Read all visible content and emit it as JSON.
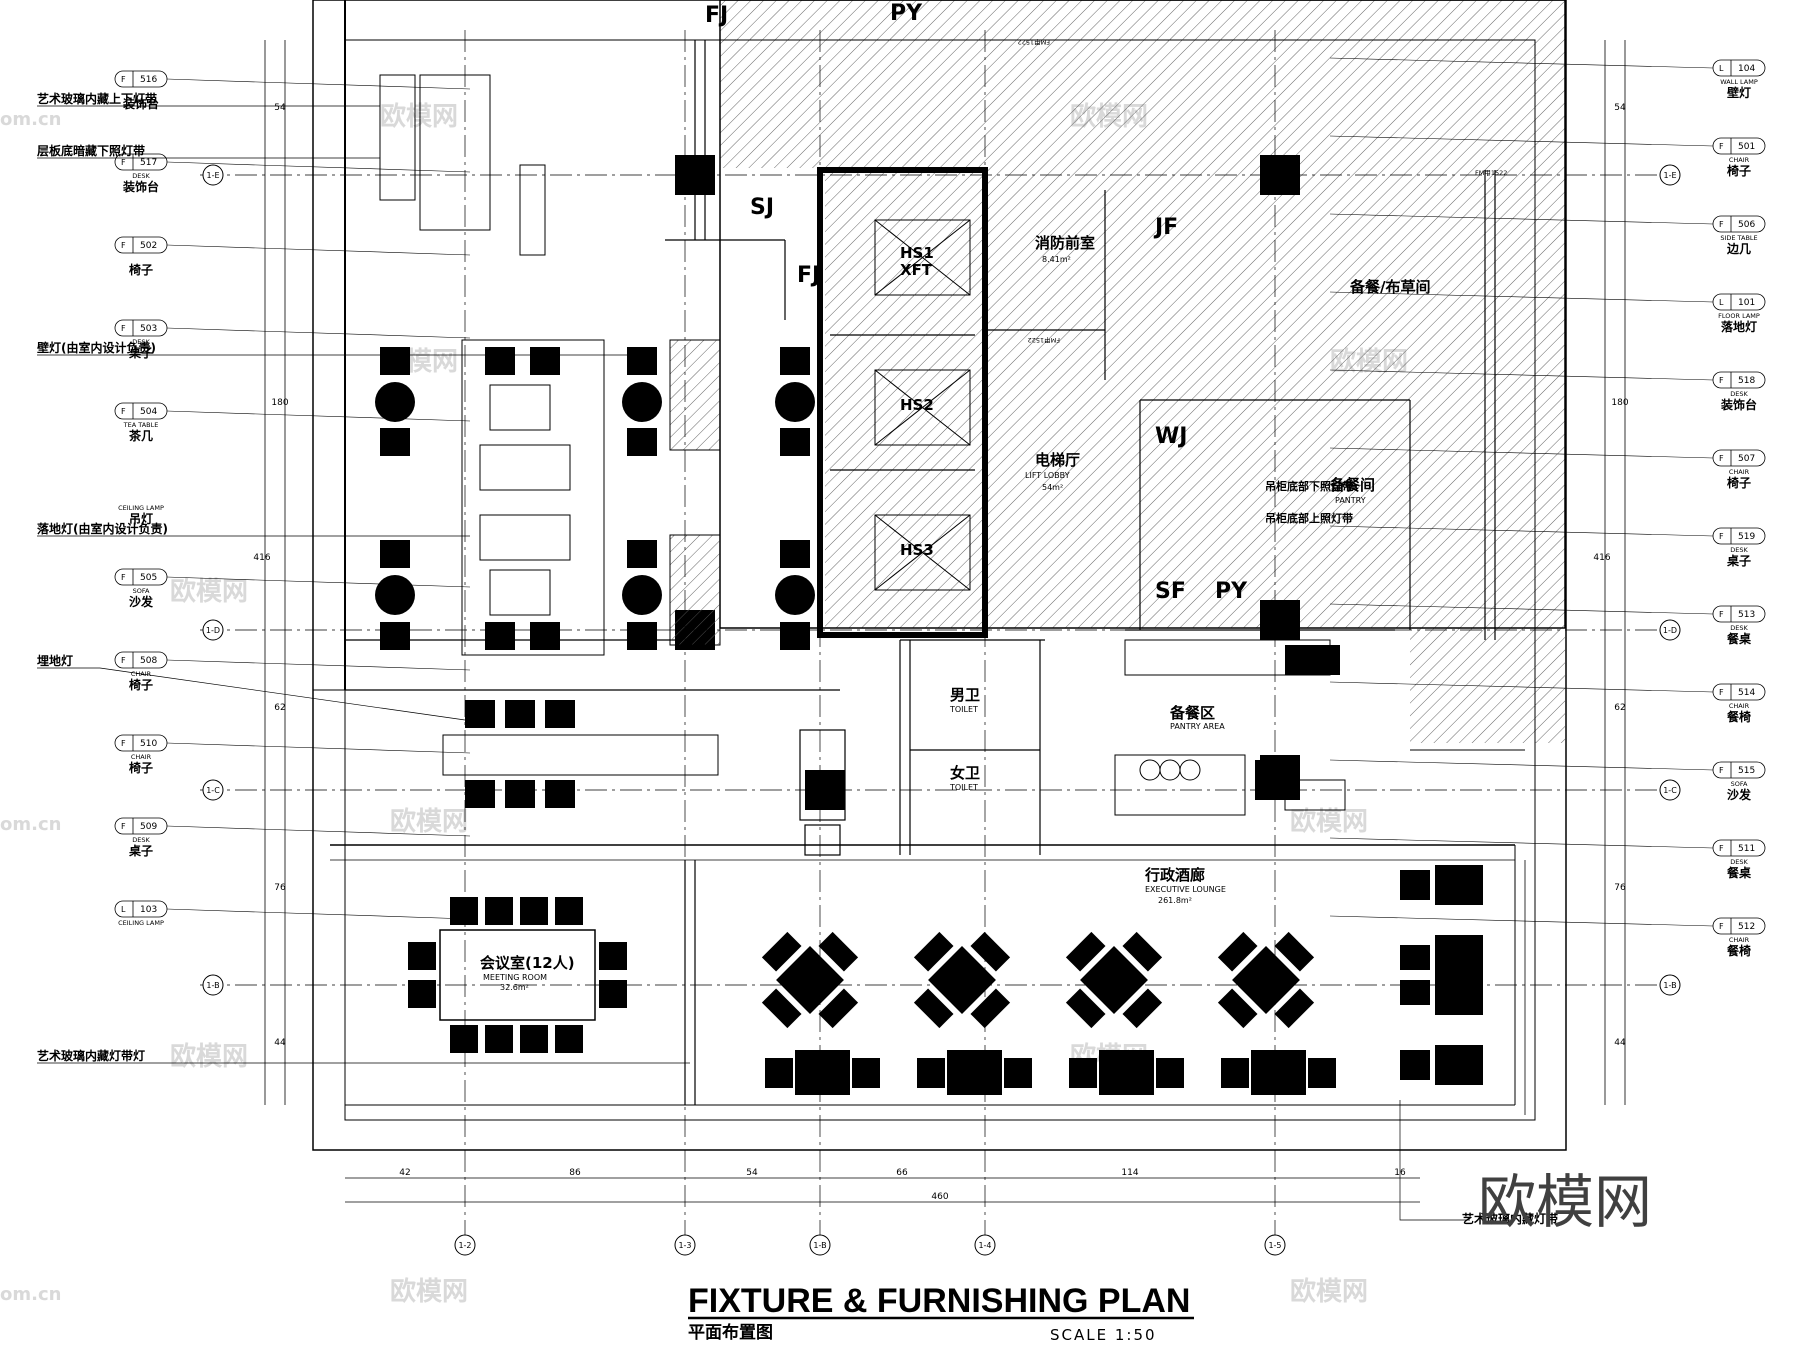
{
  "drawing": {
    "title": "FIXTURE & FURNISHING PLAN",
    "subtitle": "平面布置图",
    "scale": "SCALE 1:50",
    "watermark_logo": "欧模网",
    "watermark_tile": "欧模网",
    "watermark_url": "om.cn"
  },
  "rooms": {
    "hs1": "HS1",
    "xft": "XFT",
    "hs2": "HS2",
    "hs3": "HS3",
    "fire_lobby": "消防前室",
    "fire_lobby_area": "8.41m²",
    "lift_lobby": "电梯厅",
    "lift_lobby_en": "LIFT LOBBY",
    "lift_lobby_area": "54m²",
    "prep_room": "备餐/布草间",
    "pantry_room": "备餐间",
    "pantry_room_en": "PANTRY",
    "pantry_area": "备餐区",
    "pantry_area_en": "PANTRY AREA",
    "toilet_m": "男卫",
    "toilet_m_en": "TOILET",
    "toilet_f": "女卫",
    "toilet_f_en": "TOILET",
    "lounge": "行政酒廊",
    "lounge_en": "EXECUTIVE LOUNGE",
    "lounge_area": "261.8m²",
    "meeting": "会议室(12人)",
    "meeting_en": "MEETING ROOM",
    "meeting_area": "32.6m²",
    "fj_top": "FJ",
    "fj_left": "FJ",
    "py_top": "PY",
    "py_bottom": "PY",
    "sj": "SJ",
    "jf": "JF",
    "wj": "WJ",
    "sf": "SF",
    "door_fm1": "FM甲1522",
    "door_fm2": "FM甲1522",
    "door_fm3": "FM甲1522"
  },
  "left_tags": [
    {
      "code": "F",
      "num": "516",
      "en": "",
      "cn": "装饰台"
    },
    {
      "code": "F",
      "num": "517",
      "en": "DESK",
      "cn": "装饰台"
    },
    {
      "code": "F",
      "num": "502",
      "en": "",
      "cn": "椅子"
    },
    {
      "code": "F",
      "num": "503",
      "en": "DESK",
      "cn": "桌子"
    },
    {
      "code": "F",
      "num": "504",
      "en": "TEA TABLE",
      "cn": "茶几"
    },
    {
      "code": "",
      "num": "",
      "en": "CEILING LAMP",
      "cn": "吊灯"
    },
    {
      "code": "F",
      "num": "505",
      "en": "SOFA",
      "cn": "沙发"
    },
    {
      "code": "F",
      "num": "508",
      "en": "CHAIR",
      "cn": "椅子"
    },
    {
      "code": "F",
      "num": "510",
      "en": "CHAIR",
      "cn": "椅子"
    },
    {
      "code": "F",
      "num": "509",
      "en": "DESK",
      "cn": "桌子"
    },
    {
      "code": "L",
      "num": "103",
      "en": "CEILING LAMP",
      "cn": ""
    }
  ],
  "left_notes": [
    "艺术玻璃内藏上下灯带",
    "层板底暗藏下照灯带",
    "壁灯(由室内设计负责)",
    "落地灯(由室内设计负责)",
    "埋地灯",
    "艺术玻璃内藏灯带灯"
  ],
  "right_tags": [
    {
      "code": "L",
      "num": "104",
      "en": "WALL LAMP",
      "cn": "壁灯"
    },
    {
      "code": "F",
      "num": "501",
      "en": "CHAIR",
      "cn": "椅子"
    },
    {
      "code": "F",
      "num": "506",
      "en": "SIDE TABLE",
      "cn": "边几"
    },
    {
      "code": "L",
      "num": "101",
      "en": "FLOOR LAMP",
      "cn": "落地灯"
    },
    {
      "code": "F",
      "num": "518",
      "en": "DESK",
      "cn": "装饰台"
    },
    {
      "code": "F",
      "num": "507",
      "en": "CHAIR",
      "cn": "椅子"
    },
    {
      "code": "F",
      "num": "519",
      "en": "DESK",
      "cn": "桌子"
    },
    {
      "code": "F",
      "num": "513",
      "en": "DESK",
      "cn": "餐桌"
    },
    {
      "code": "F",
      "num": "514",
      "en": "CHAIR",
      "cn": "餐椅"
    },
    {
      "code": "F",
      "num": "515",
      "en": "SOFA",
      "cn": "沙发"
    },
    {
      "code": "F",
      "num": "511",
      "en": "DESK",
      "cn": "餐桌"
    },
    {
      "code": "F",
      "num": "512",
      "en": "CHAIR",
      "cn": "餐椅"
    }
  ],
  "pantry_notes": [
    "吊柜底部下照灯带",
    "吊柜底部上照灯带"
  ],
  "bottom_note": "艺术玻璃内藏灯带",
  "grid_h": [
    "1-E",
    "1-D",
    "1-C",
    "1-B"
  ],
  "grid_v": [
    "1-2",
    "1-3",
    "1-B",
    "1-4",
    "1-5"
  ],
  "dims_bottom": [
    "42",
    "86",
    "54",
    "66",
    "114",
    "16"
  ],
  "dim_total": "460",
  "dims_side": [
    "54",
    "180",
    "62",
    "76",
    "44"
  ],
  "dim_side_total": "416"
}
